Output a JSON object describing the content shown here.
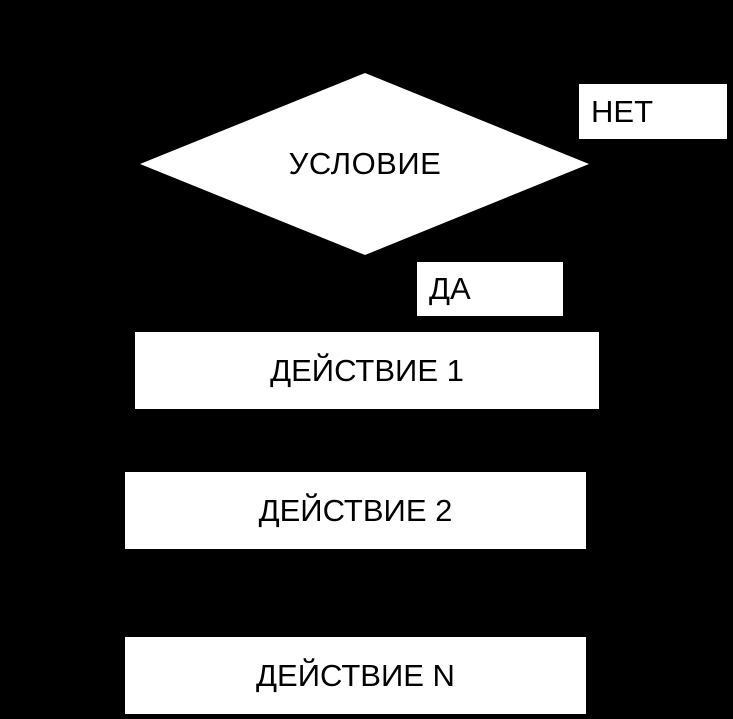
{
  "diagram": {
    "condition": {
      "label": "УСЛОВИЕ",
      "fill": "#ffffff"
    },
    "no_label": "НЕТ",
    "yes_label": "ДА",
    "actions": [
      {
        "label": "ДЕЙСТВИЕ 1"
      },
      {
        "label": "ДЕЙСТВИЕ 2"
      },
      {
        "label": "ДЕЙСТВИЕ N"
      }
    ],
    "colors": {
      "background": "#000000",
      "shape_fill": "#ffffff",
      "text": "#000000"
    }
  }
}
